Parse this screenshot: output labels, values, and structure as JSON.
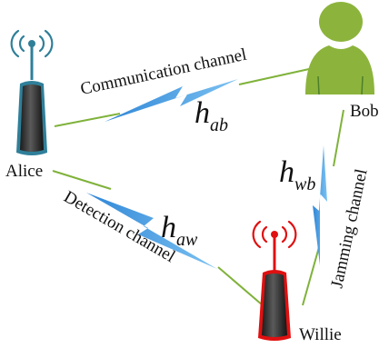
{
  "nodes": {
    "alice": "Alice",
    "bob": "Bob",
    "willie": "Willie"
  },
  "channels": {
    "communication": "Communication channel",
    "jamming": "Jamming channel",
    "detection": "Detection channel"
  },
  "gains": {
    "ab": {
      "symbol": "h",
      "sub": "ab"
    },
    "wb": {
      "symbol": "h",
      "sub": "wb"
    },
    "aw": {
      "symbol": "h",
      "sub": "aw"
    }
  },
  "colors": {
    "alice_antenna": "#2f7f99",
    "willie_antenna": "#e01010",
    "bob_person": "#8cb43c",
    "link_line": "#7fb23a",
    "lightning": "#3f93d8"
  },
  "icons": {
    "alice": "antenna-tower-icon",
    "willie": "antenna-tower-icon",
    "bob": "user-person-icon",
    "links": "lightning-bolt-icon"
  }
}
